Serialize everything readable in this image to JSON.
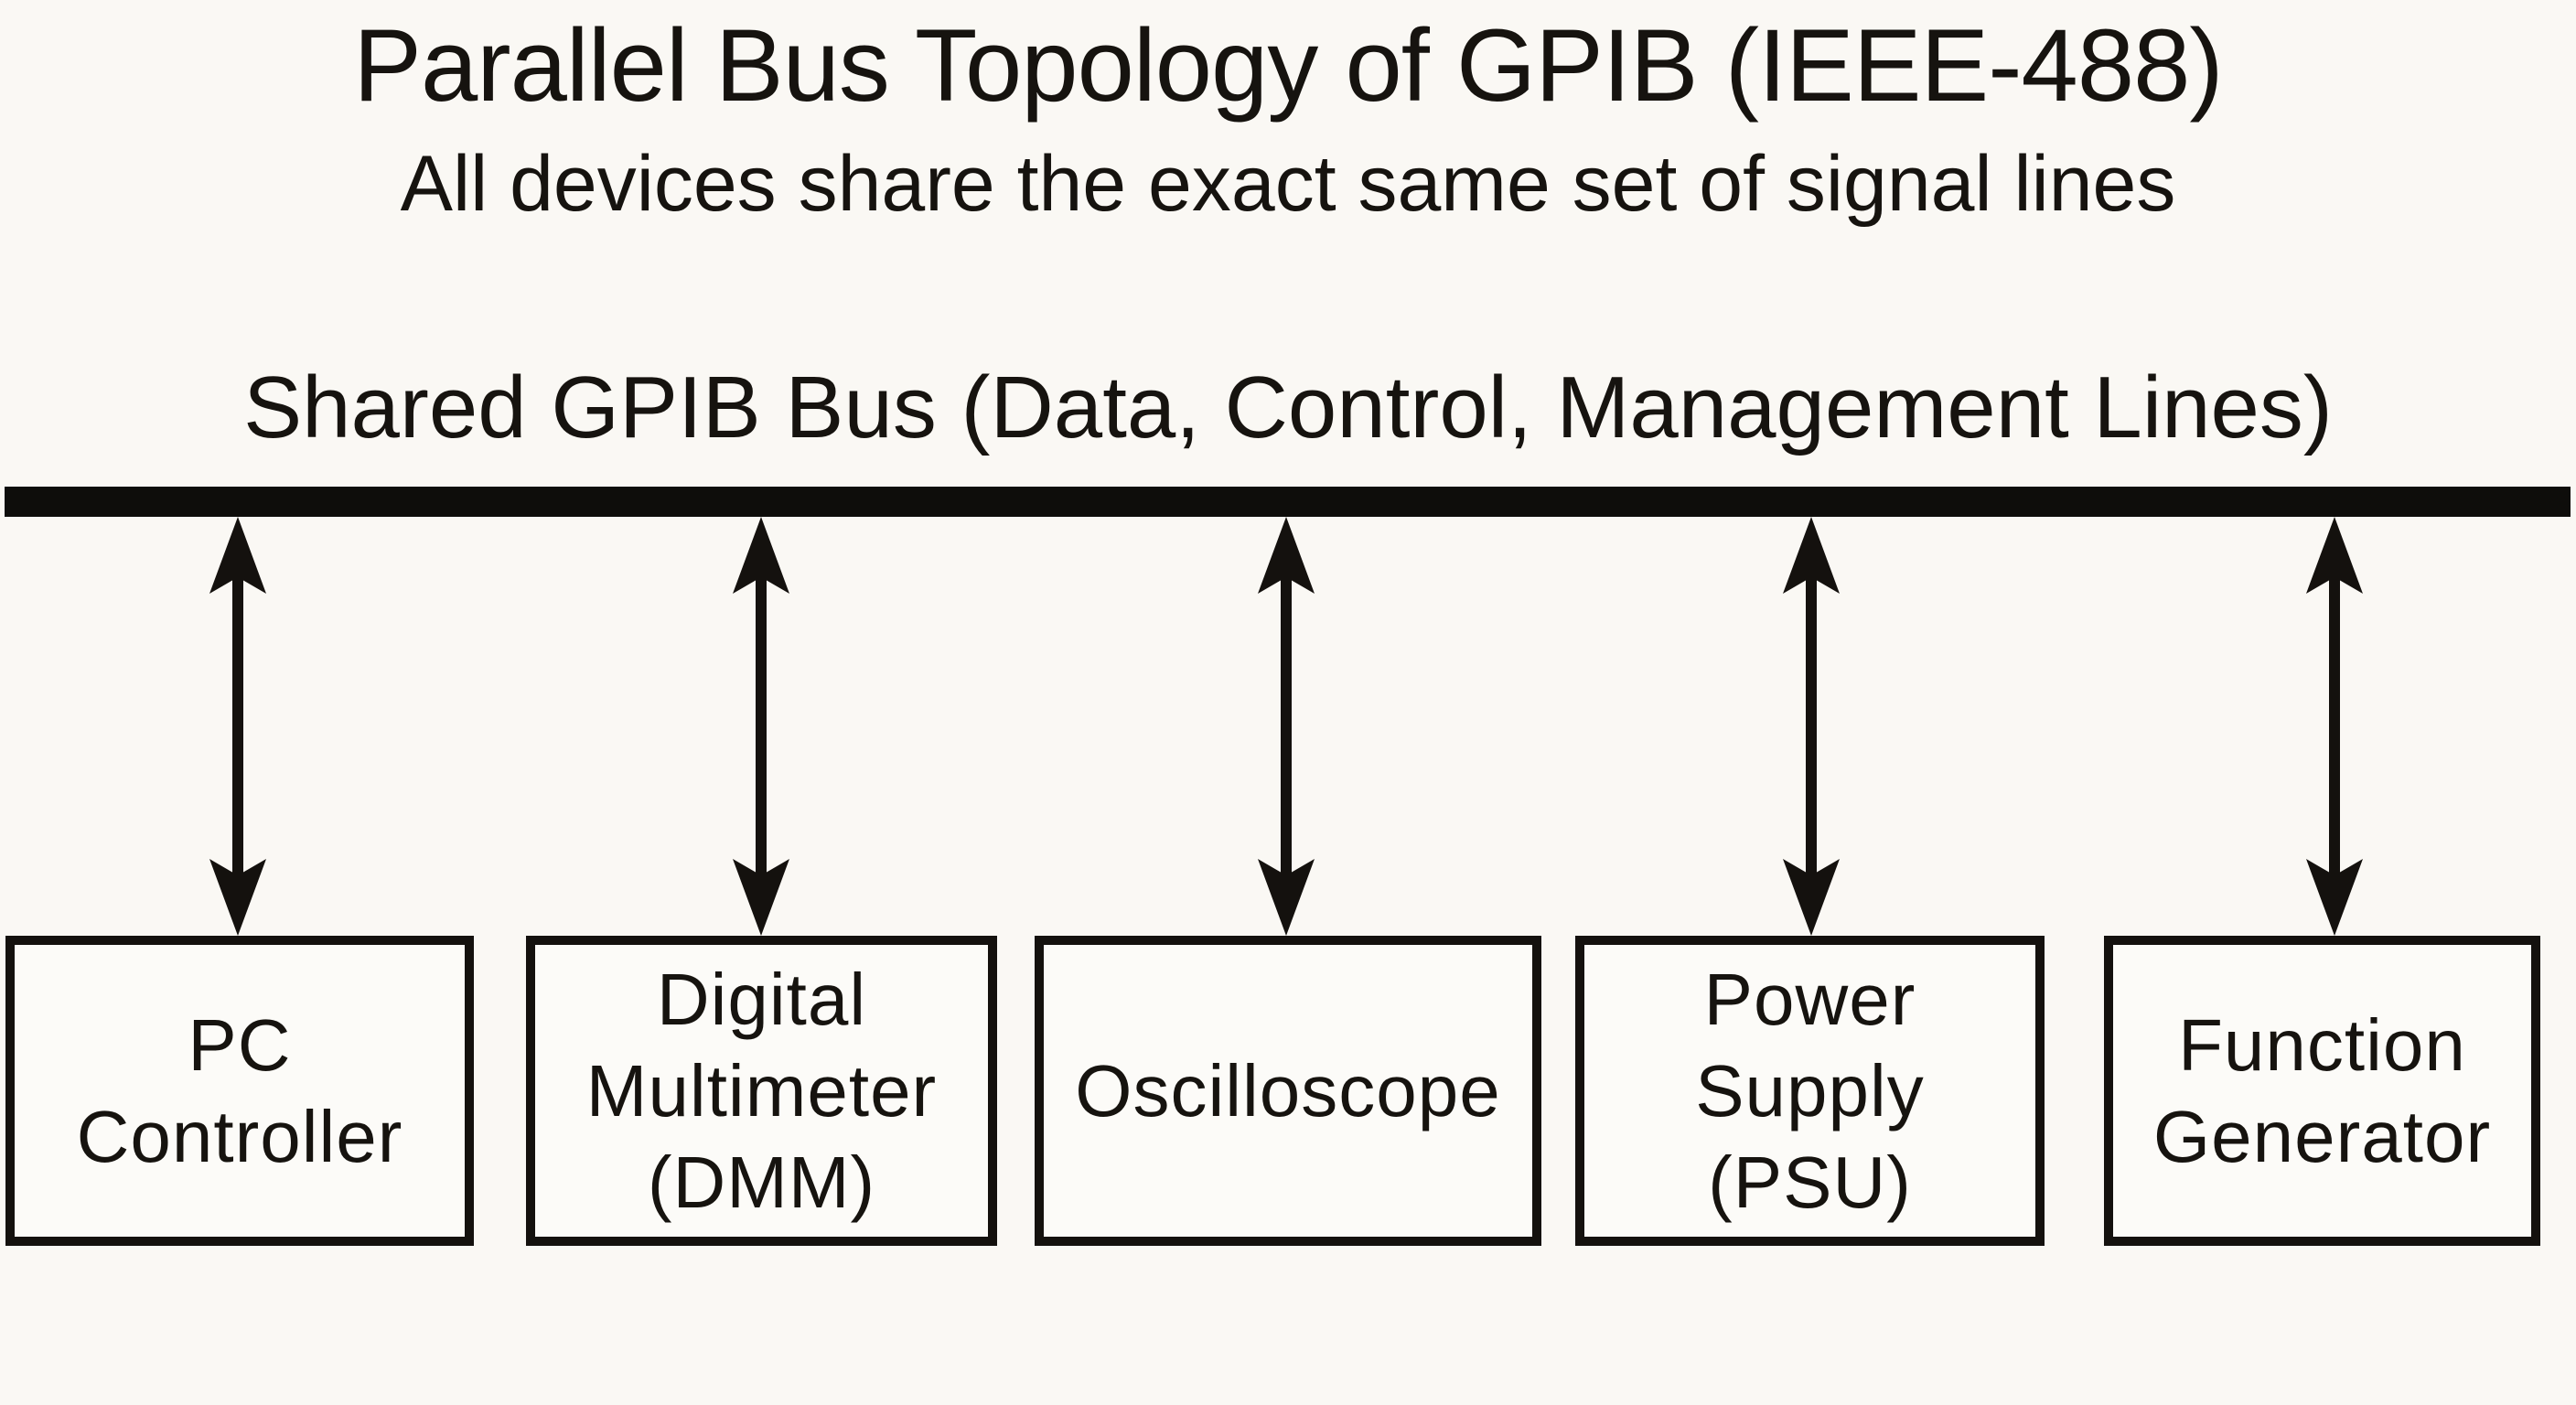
{
  "diagram": {
    "title": "Parallel Bus Topology of GPIB (IEEE-488)",
    "subtitle": "All devices share the exact same set of signal lines",
    "bus": {
      "label": "Shared GPIB Bus (Data, Control, Management Lines)",
      "orientation": "horizontal"
    },
    "devices": [
      {
        "id": "pc-controller",
        "label": "PC\nController"
      },
      {
        "id": "digital-multimeter",
        "label": "Digital\nMultimeter\n(DMM)"
      },
      {
        "id": "oscilloscope",
        "label": "Oscilloscope"
      },
      {
        "id": "power-supply",
        "label": "Power\nSupply\n(PSU)"
      },
      {
        "id": "function-generator",
        "label": "Function\nGenerator"
      }
    ],
    "connections": [
      {
        "from": "bus",
        "to": "pc-controller",
        "type": "bidirectional"
      },
      {
        "from": "bus",
        "to": "digital-multimeter",
        "type": "bidirectional"
      },
      {
        "from": "bus",
        "to": "oscilloscope",
        "type": "bidirectional"
      },
      {
        "from": "bus",
        "to": "power-supply",
        "type": "bidirectional"
      },
      {
        "from": "bus",
        "to": "function-generator",
        "type": "bidirectional"
      }
    ],
    "colors": {
      "ink": "#16130f",
      "bus_bar": "#0e0d0b",
      "background": "#faf8f4",
      "box_fill": "#fcfbf8",
      "box_border": "#14110e"
    }
  }
}
